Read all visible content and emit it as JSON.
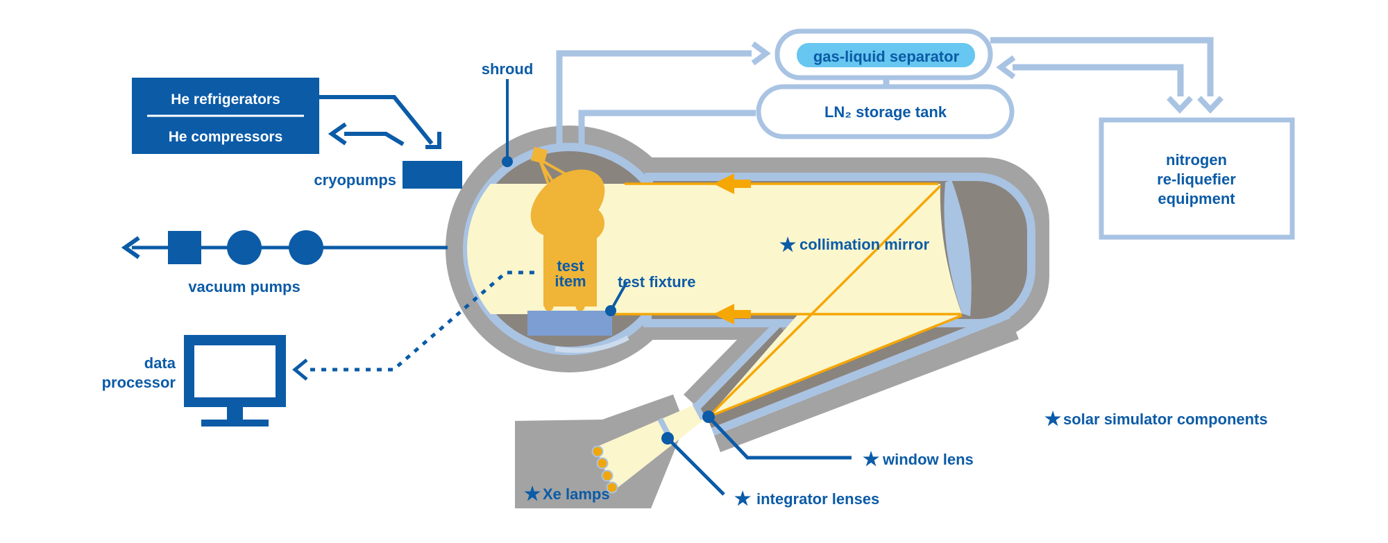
{
  "colors": {
    "label_blue": "#0b5ba7",
    "box_blue": "#0b5ba7",
    "periwinkle": "#a9c3e3",
    "sky_blue": "#67c7f0",
    "wall_gray": "#a3a3a3",
    "interior_gray": "#8a847e",
    "beam_yellow": "#fcf6cd",
    "gold": "#f0b437",
    "orange": "#f5a705",
    "fixture_blue": "#7d9ed2"
  },
  "cryo": {
    "he_line1": "He refrigerators",
    "he_line2": "He compressors",
    "cryopumps_label": "cryopumps"
  },
  "vacuum": {
    "label": "vacuum pumps"
  },
  "data_processor": {
    "line1": "data",
    "line2": "processor"
  },
  "chamber": {
    "shroud_label": "shroud",
    "test_item_line1": "test",
    "test_item_line2": "item",
    "test_fixture_label": "test fixture"
  },
  "nitrogen_loop": {
    "separator_label": "gas-liquid separator",
    "storage_label": "LN₂ storage tank",
    "reliquefier_line1": "nitrogen",
    "reliquefier_line2": "re-liquefier",
    "reliquefier_line3": "equipment"
  },
  "solar": {
    "star": "★",
    "collimation": "collimation mirror",
    "window": "window lens",
    "integrator": "integrator lenses",
    "xe": "Xe lamps",
    "components_note": "solar simulator components"
  }
}
